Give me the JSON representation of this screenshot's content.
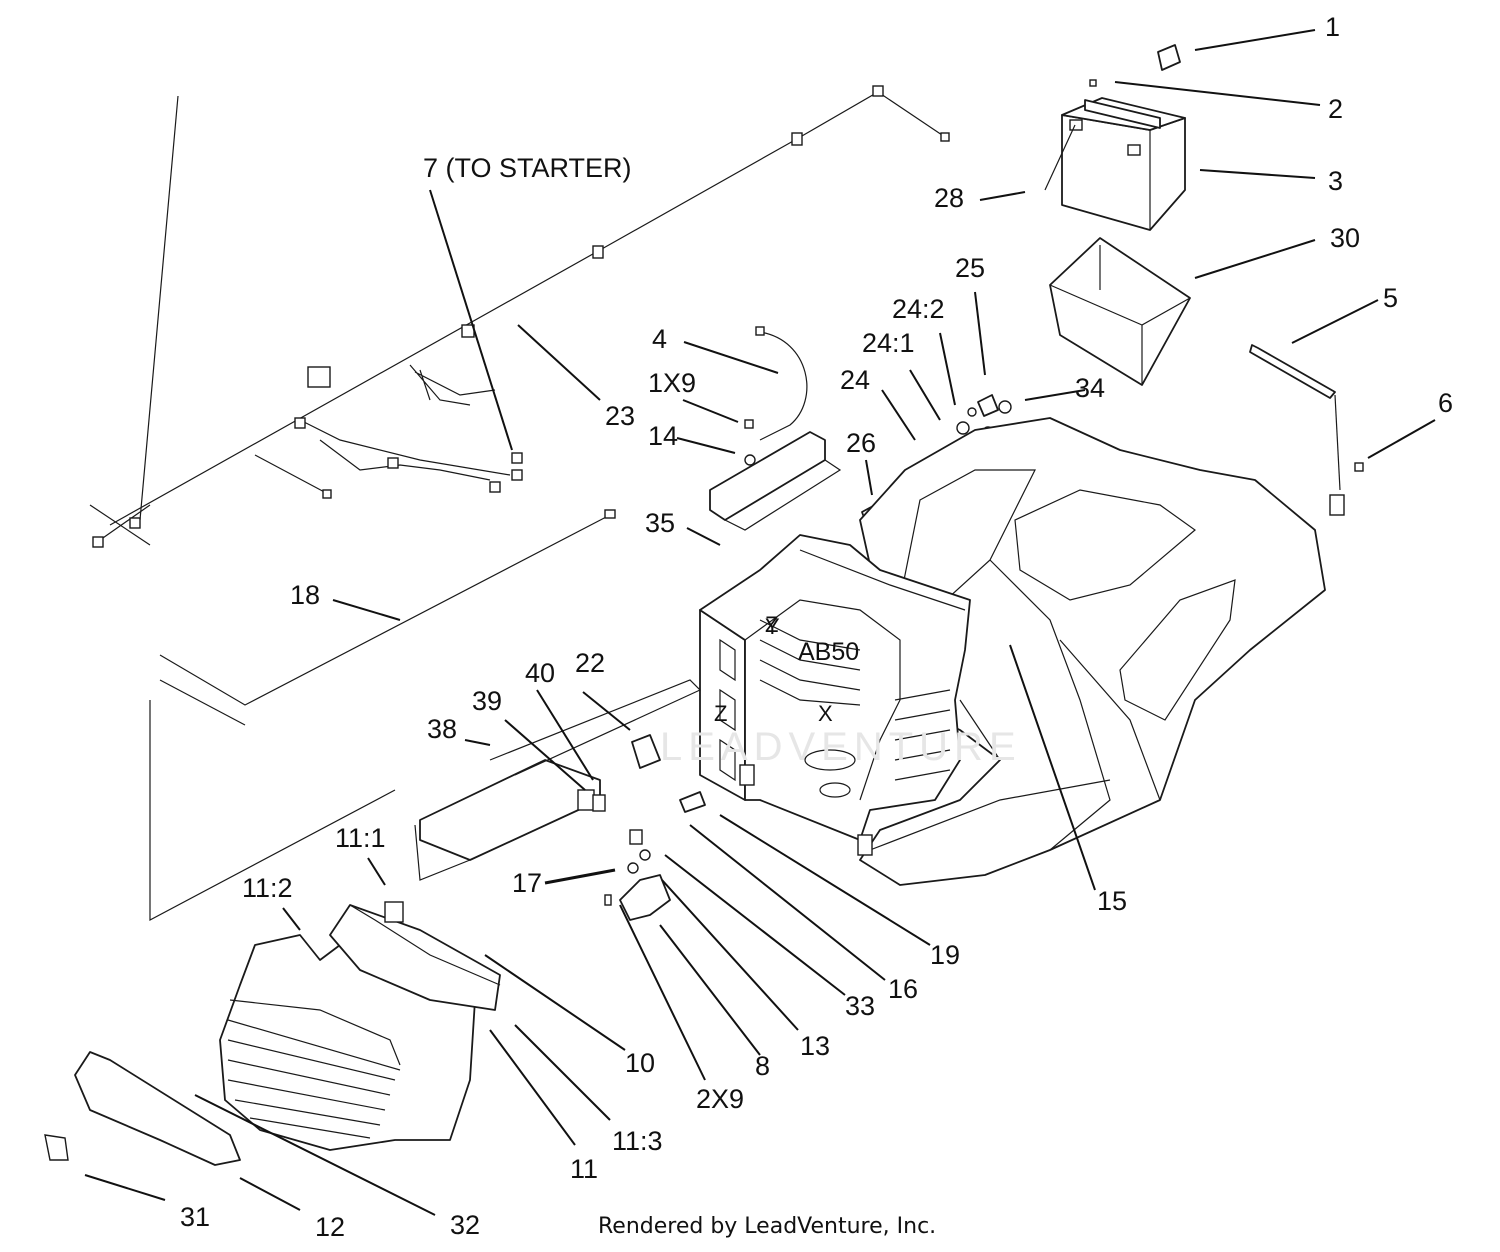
{
  "diagram": {
    "callouts": [
      "1",
      "2",
      "3",
      "28",
      "30",
      "25",
      "24:2",
      "24:1",
      "5",
      "34",
      "6",
      "4",
      "1X9",
      "14",
      "24",
      "26",
      "23",
      "7 (TO STARTER)",
      "35",
      "18",
      "15",
      "22",
      "40",
      "39",
      "38",
      "11:1",
      "11:2",
      "17",
      "19",
      "16",
      "33",
      "13",
      "10",
      "8",
      "2X9",
      "11:3",
      "11",
      "31",
      "12",
      "32"
    ],
    "inline_markings": [
      "Z",
      "X",
      "Y",
      "AB50"
    ]
  },
  "footer": {
    "credit": "Rendered by LeadVenture, Inc."
  }
}
